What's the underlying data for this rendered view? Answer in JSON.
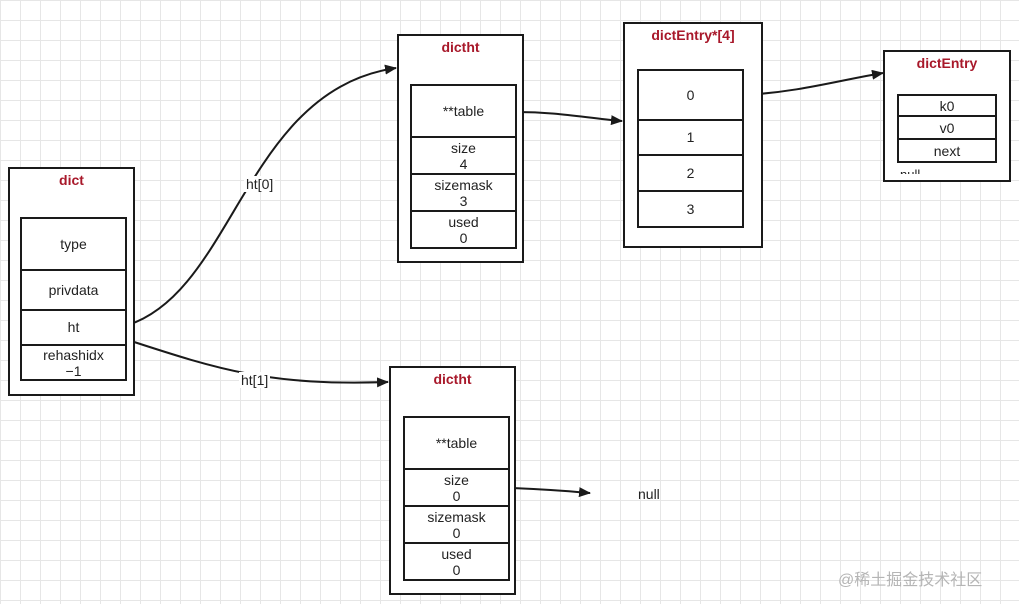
{
  "dict": {
    "title": "dict",
    "fields": {
      "type": "type",
      "privdata": "privdata",
      "ht": "ht",
      "rehashidx_name": "rehashidx",
      "rehashidx_value": "−1"
    }
  },
  "ht0": {
    "title": "dictht",
    "table": "**table",
    "size_name": "size",
    "size_value": "4",
    "sizemask_name": "sizemask",
    "sizemask_value": "3",
    "used_name": "used",
    "used_value": "0"
  },
  "ht1": {
    "title": "dictht",
    "table": "**table",
    "size_name": "size",
    "size_value": "0",
    "sizemask_name": "sizemask",
    "sizemask_value": "0",
    "used_name": "used",
    "used_value": "0"
  },
  "entry_array": {
    "title": "dictEntry*[4]",
    "slots": [
      "0",
      "1",
      "2",
      "3"
    ]
  },
  "entry": {
    "title": "dictEntry",
    "k": "k0",
    "v": "v0",
    "next": "next",
    "next_target": "null"
  },
  "labels": {
    "ht0_link": "ht[0]",
    "ht1_link": "ht[1]",
    "ht1_table_target": "null"
  },
  "watermark": "@稀土掘金技术社区"
}
